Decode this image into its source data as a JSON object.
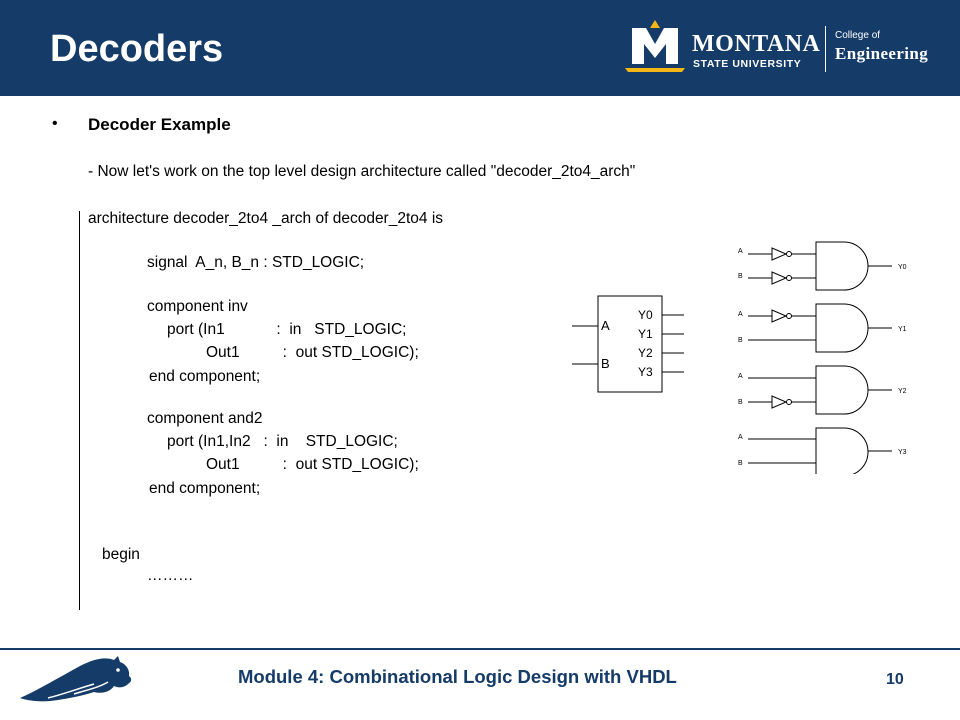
{
  "header": {
    "title": "Decoders",
    "logo": {
      "name": "MONTANA",
      "subtitle": "STATE UNIVERSITY",
      "college_label": "College of",
      "college_name": "Engineering",
      "accent_color": "#f4b617"
    },
    "background_color": "#153b68"
  },
  "body": {
    "bullet": "•",
    "heading": "Decoder Example",
    "intro": "- Now let's work on the top level design architecture called \"decoder_2to4_arch\"",
    "code_lines": [
      "architecture decoder_2to4 _arch of decoder_2to4 is",
      "signal  A_n, B_n : STD_LOGIC;",
      "component inv",
      "port (In1            :  in   STD_LOGIC;",
      "Out1          :  out STD_LOGIC);",
      "end component;",
      "component and2",
      "port (In1,In2   :  in    STD_LOGIC;",
      "Out1          :  out STD_LOGIC);",
      "end component;",
      "begin",
      "………"
    ]
  },
  "block_symbol": {
    "inputs": [
      "A",
      "B"
    ],
    "outputs": [
      "Y0",
      "Y1",
      "Y2",
      "Y3"
    ]
  },
  "gate_schematic": {
    "stages": [
      {
        "input_a": "A",
        "input_b": "B",
        "output": "Y0"
      },
      {
        "input_a": "A",
        "input_b": "B",
        "output": "Y1"
      },
      {
        "input_a": "A",
        "input_b": "B",
        "output": "Y2"
      },
      {
        "input_a": "A",
        "input_b": "B",
        "output": "Y3"
      }
    ]
  },
  "footer": {
    "module_title": "Module 4: Combinational Logic Design with VHDL",
    "page_number": "10"
  }
}
